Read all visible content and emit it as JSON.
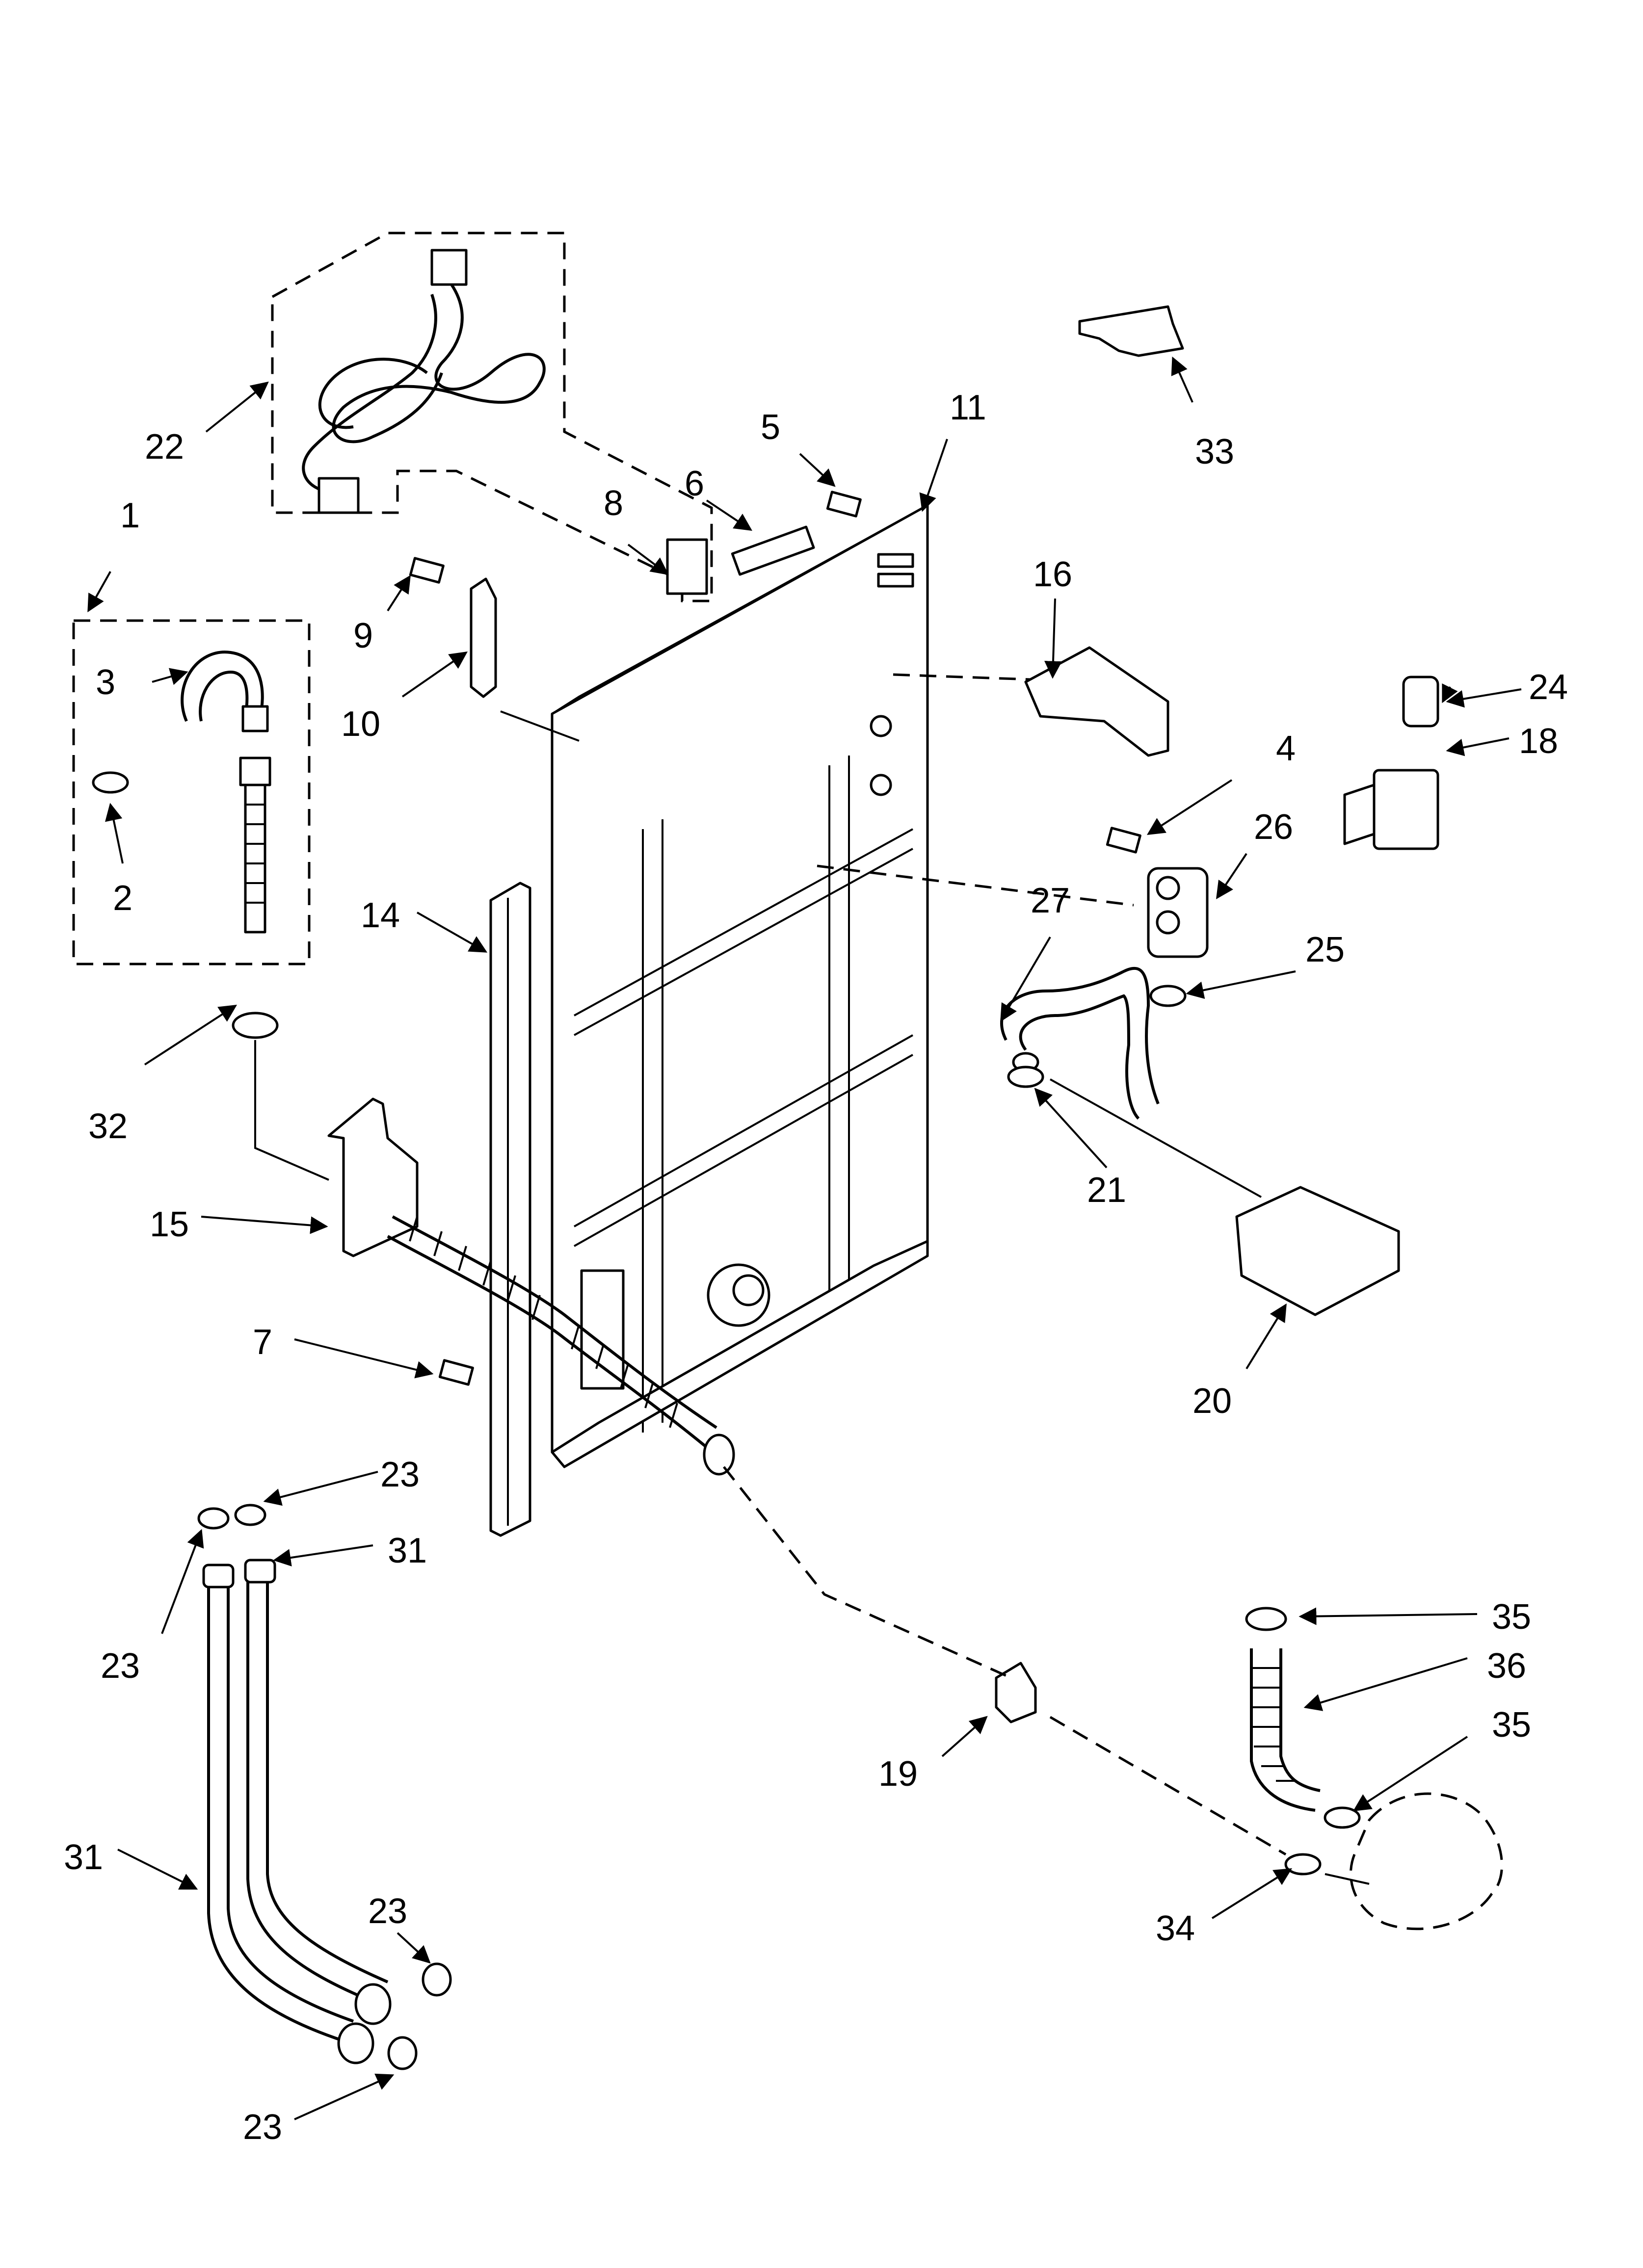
{
  "callouts": [
    {
      "id": "c1",
      "label": "1"
    },
    {
      "id": "c2",
      "label": "2"
    },
    {
      "id": "c3",
      "label": "3"
    },
    {
      "id": "c4",
      "label": "4"
    },
    {
      "id": "c5",
      "label": "5"
    },
    {
      "id": "c6",
      "label": "6"
    },
    {
      "id": "c7",
      "label": "7"
    },
    {
      "id": "c8",
      "label": "8"
    },
    {
      "id": "c9",
      "label": "9"
    },
    {
      "id": "c10",
      "label": "10"
    },
    {
      "id": "c11",
      "label": "11"
    },
    {
      "id": "c14",
      "label": "14"
    },
    {
      "id": "c15",
      "label": "15"
    },
    {
      "id": "c16",
      "label": "16"
    },
    {
      "id": "c18",
      "label": "18"
    },
    {
      "id": "c19",
      "label": "19"
    },
    {
      "id": "c20",
      "label": "20"
    },
    {
      "id": "c21",
      "label": "21"
    },
    {
      "id": "c22",
      "label": "22"
    },
    {
      "id": "c23a",
      "label": "23"
    },
    {
      "id": "c23b",
      "label": "23"
    },
    {
      "id": "c23c",
      "label": "23"
    },
    {
      "id": "c23d",
      "label": "23"
    },
    {
      "id": "c24",
      "label": "24"
    },
    {
      "id": "c25",
      "label": "25"
    },
    {
      "id": "c26",
      "label": "26"
    },
    {
      "id": "c27",
      "label": "27"
    },
    {
      "id": "c31a",
      "label": "31"
    },
    {
      "id": "c31b",
      "label": "31"
    },
    {
      "id": "c32",
      "label": "32"
    },
    {
      "id": "c33",
      "label": "33"
    },
    {
      "id": "c34",
      "label": "34"
    },
    {
      "id": "c35a",
      "label": "35"
    },
    {
      "id": "c35b",
      "label": "35"
    },
    {
      "id": "c36",
      "label": "36"
    }
  ]
}
